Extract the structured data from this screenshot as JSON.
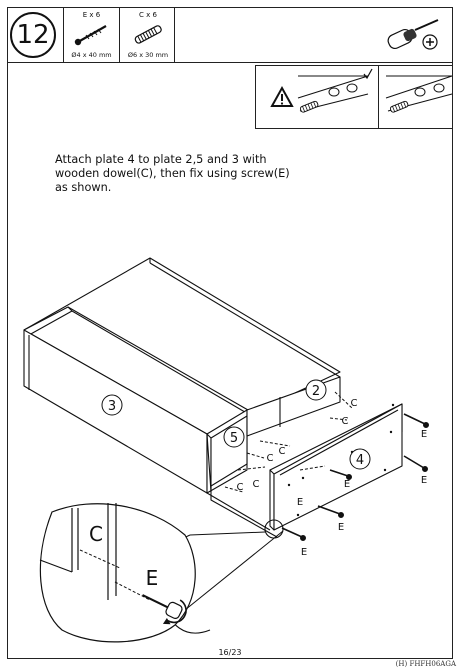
{
  "step": {
    "number": "12"
  },
  "parts": [
    {
      "quantity": "E x 6",
      "size": "Ø4 x 40 mm",
      "icon": "screw-icon"
    },
    {
      "quantity": "C x 6",
      "size": "Ø6 x 30 mm",
      "icon": "wooden-dowel-icon"
    }
  ],
  "tools": {
    "icon": "screwdriver-icon"
  },
  "warning": {
    "icon": "warning-icon",
    "check_icon": "checkmark-icon"
  },
  "instruction": "Attach plate 4 to plate 2,5 and 3 with\nwooden dowel(C), then fix using screw(E)\nas shown.",
  "labels": {
    "plate_2": "2",
    "plate_3": "3",
    "plate_4": "4",
    "plate_5": "5",
    "dowel_c": "C",
    "screw_e": "E",
    "detail_c": "C",
    "detail_e": "E"
  },
  "page": {
    "number": "16/23"
  },
  "footer": {
    "text": "(H) FHFH06AGA"
  }
}
